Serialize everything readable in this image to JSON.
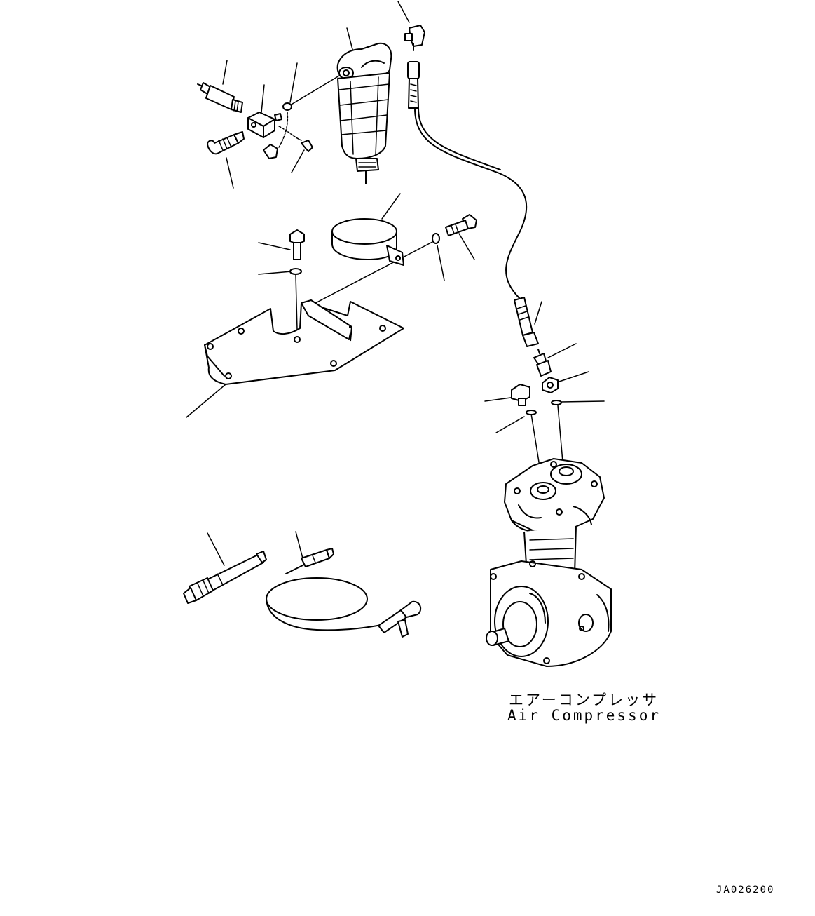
{
  "diagram": {
    "label_jp": "エアーコンプレッサ",
    "label_en": "Air Compressor",
    "drawing_code": "JA026200"
  },
  "colors": {
    "ink": "#000000",
    "paper": "#ffffff"
  }
}
